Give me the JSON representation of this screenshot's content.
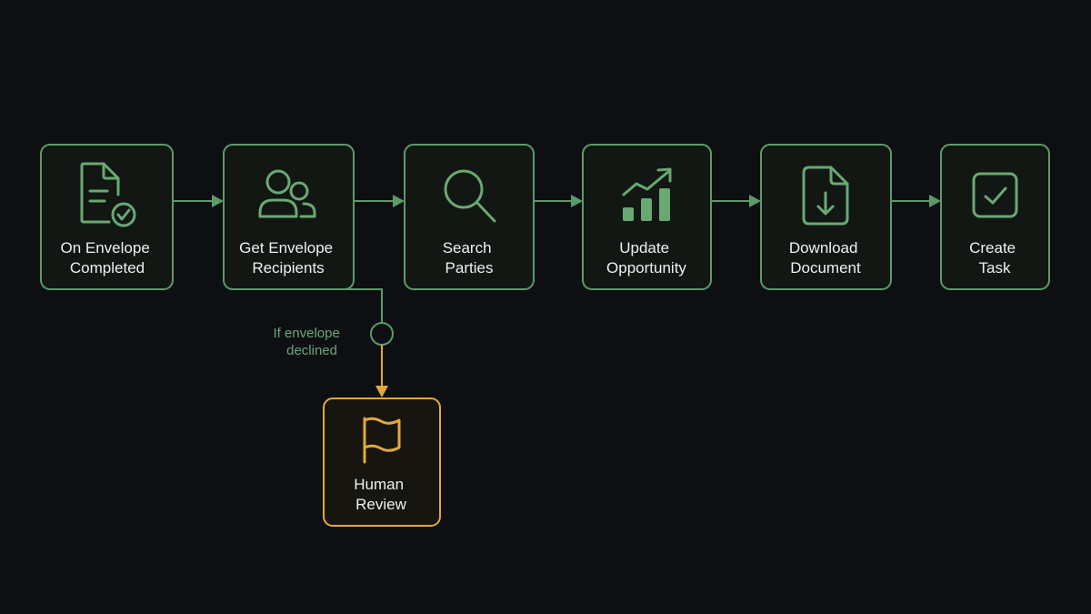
{
  "nodes": [
    {
      "id": "on-envelope-completed",
      "lines": [
        "On Envelope",
        "Completed"
      ],
      "icon": "document-check-icon"
    },
    {
      "id": "get-envelope-recipients",
      "lines": [
        "Get Envelope",
        "Recipients"
      ],
      "icon": "users-icon"
    },
    {
      "id": "search-parties",
      "lines": [
        "Search",
        "Parties"
      ],
      "icon": "search-icon"
    },
    {
      "id": "update-opportunity",
      "lines": [
        "Update",
        "Opportunity"
      ],
      "icon": "chart-trend-icon"
    },
    {
      "id": "download-document",
      "lines": [
        "Download",
        "Document"
      ],
      "icon": "document-download-icon"
    },
    {
      "id": "create-task",
      "lines": [
        "Create",
        "Task"
      ],
      "icon": "checkbox-icon"
    },
    {
      "id": "human-review",
      "lines": [
        "Human",
        "Review"
      ],
      "icon": "flag-icon"
    }
  ],
  "edges": [
    {
      "from": "on-envelope-completed",
      "to": "get-envelope-recipients"
    },
    {
      "from": "get-envelope-recipients",
      "to": "search-parties"
    },
    {
      "from": "search-parties",
      "to": "update-opportunity"
    },
    {
      "from": "update-opportunity",
      "to": "download-document"
    },
    {
      "from": "download-document",
      "to": "create-task"
    },
    {
      "from": "get-envelope-recipients",
      "to": "human-review",
      "condition": [
        "If envelope",
        "declined"
      ]
    }
  ],
  "colors": {
    "background": "#0d0f12",
    "node_stroke": "#5c9a68",
    "icon_green": "#6aa873",
    "review_accent": "#e2a93a",
    "text": "#eef1ee"
  }
}
